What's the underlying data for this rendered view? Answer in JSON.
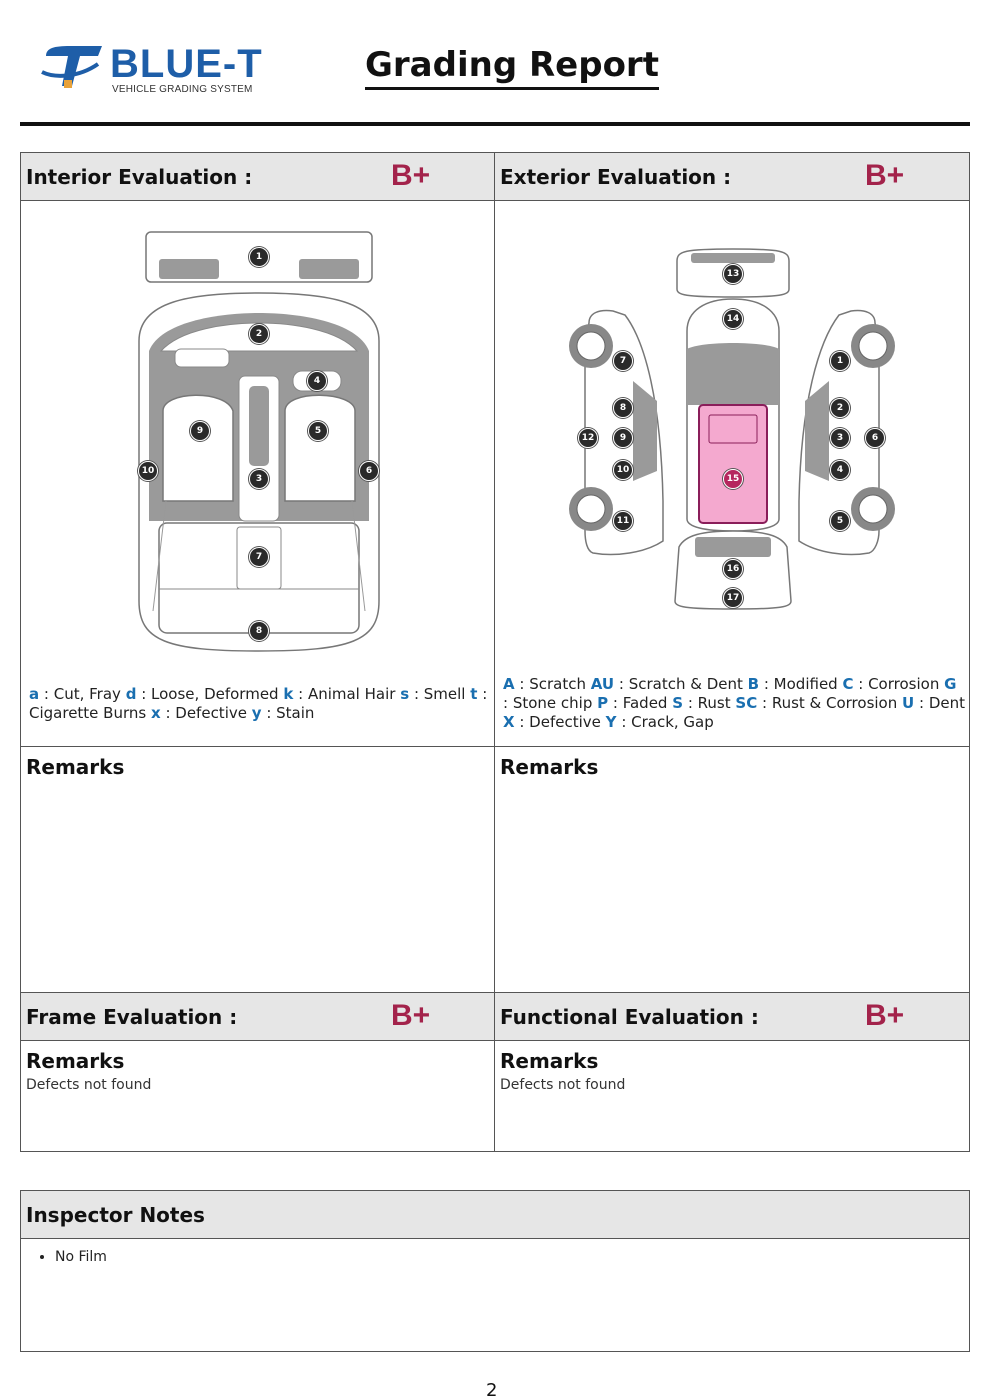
{
  "brand": {
    "name": "BLUE-T",
    "tagline": "VEHICLE GRADING SYSTEM",
    "color": "#1e5ea8"
  },
  "title": "Grading Report",
  "grade_color": "#a3234b",
  "interior": {
    "label": "Interior Evaluation :",
    "grade": "B+",
    "markers": [
      "1",
      "2",
      "3",
      "4",
      "5",
      "6",
      "7",
      "8",
      "9",
      "10"
    ],
    "legend": [
      {
        "code": "a",
        "text": ": Cut, Fray"
      },
      {
        "code": "d",
        "text": ": Loose, Deformed"
      },
      {
        "code": "k",
        "text": ": Animal Hair"
      },
      {
        "code": "s",
        "text": ": Smell"
      },
      {
        "code": "t",
        "text": ": Cigarette Burns"
      },
      {
        "code": "x",
        "text": ": Defective"
      },
      {
        "code": "y",
        "text": ": Stain"
      }
    ],
    "remarks_title": "Remarks",
    "remarks_text": ""
  },
  "exterior": {
    "label": "Exterior Evaluation :",
    "grade": "B+",
    "markers": [
      "1",
      "2",
      "3",
      "4",
      "5",
      "6",
      "7",
      "8",
      "9",
      "10",
      "11",
      "12",
      "13",
      "14",
      "15",
      "16",
      "17"
    ],
    "highlighted_marker": "15",
    "highlight_color": "#f4a9cf",
    "legend": [
      {
        "code": "A",
        "text": ": Scratch"
      },
      {
        "code": "AU",
        "text": ": Scratch & Dent"
      },
      {
        "code": "B",
        "text": ": Modified"
      },
      {
        "code": "C",
        "text": ": Corrosion"
      },
      {
        "code": "G",
        "text": ": Stone chip"
      },
      {
        "code": "P",
        "text": ": Faded"
      },
      {
        "code": "S",
        "text": ": Rust"
      },
      {
        "code": "SC",
        "text": ": Rust & Corrosion"
      },
      {
        "code": "U",
        "text": ": Dent"
      },
      {
        "code": "X",
        "text": ": Defective"
      },
      {
        "code": "Y",
        "text": ": Crack, Gap"
      }
    ],
    "remarks_title": "Remarks",
    "remarks_text": ""
  },
  "frame": {
    "label": "Frame Evaluation :",
    "grade": "B+",
    "remarks_title": "Remarks",
    "remarks_text": "Defects not found"
  },
  "functional": {
    "label": "Functional Evaluation :",
    "grade": "B+",
    "remarks_title": "Remarks",
    "remarks_text": "Defects not found"
  },
  "inspector_notes": {
    "label": "Inspector Notes",
    "items": [
      "No Film"
    ]
  },
  "page_number": "2"
}
